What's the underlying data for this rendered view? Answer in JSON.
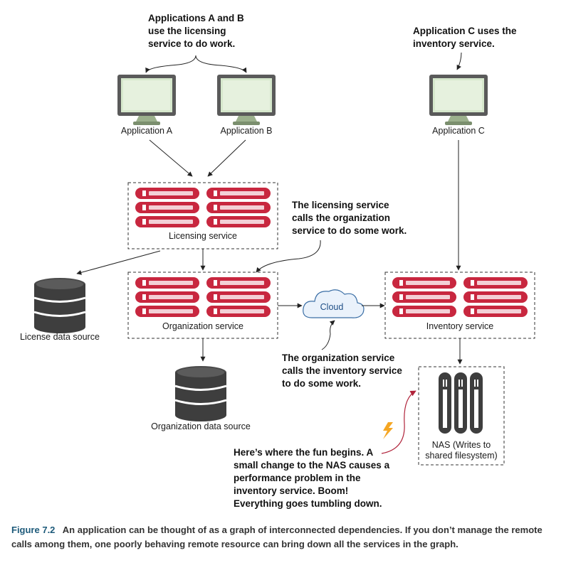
{
  "applications": [
    {
      "label": "Application A"
    },
    {
      "label": "Application B"
    },
    {
      "label": "Application C"
    }
  ],
  "services": {
    "licensing": "Licensing service",
    "organization": "Organization service",
    "inventory": "Inventory service",
    "cloud": "Cloud"
  },
  "data_sources": {
    "license": "License data source",
    "organization": "Organization data source",
    "nas_line1": "NAS (Writes to",
    "nas_line2": "shared filesystem)"
  },
  "notes": {
    "apps_ab": [
      "Applications A and B",
      "use the licensing",
      "service to do work."
    ],
    "app_c": [
      "Application C uses the",
      "inventory service."
    ],
    "licensing_calls": [
      "The licensing service",
      "calls the organization",
      "service to do some work."
    ],
    "org_calls": [
      "The organization service",
      "calls the inventory service",
      "to do some work."
    ],
    "fun_begins": [
      "Here’s where the fun begins. A",
      "small change to the NAS causes a",
      "performance problem in the",
      "inventory service. Boom!",
      "Everything goes tumbling down."
    ]
  },
  "caption": {
    "figure": "Figure 7.2",
    "text": "An application can be thought of as a graph of interconnected dependencies. If you don’t manage the remote calls among them, one poorly behaving remote resource can bring down all the services in the graph."
  },
  "colors": {
    "server_red": "#c8273f",
    "monitor_green": "#cfe4c4",
    "database_dark": "#3e3e3e",
    "caption_blue": "#1d5a7a",
    "bolt": "#f5a623"
  }
}
